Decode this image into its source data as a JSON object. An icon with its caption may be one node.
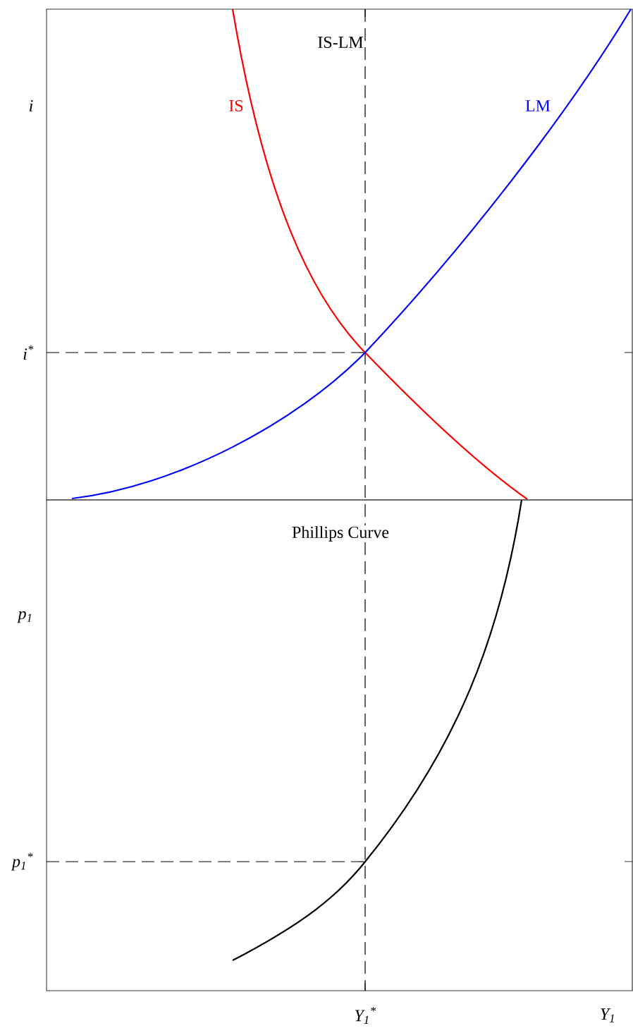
{
  "diagram": {
    "labels": [
      "IS-LM",
      "IS",
      "LM",
      "i",
      "i$^{*}$",
      "Phillips Curve",
      "p$_{1}$",
      "p$_{1}$$^{*}$",
      "Y$_{1}$$^{*}$",
      "Y$_{1}$"
    ]
  }
}
